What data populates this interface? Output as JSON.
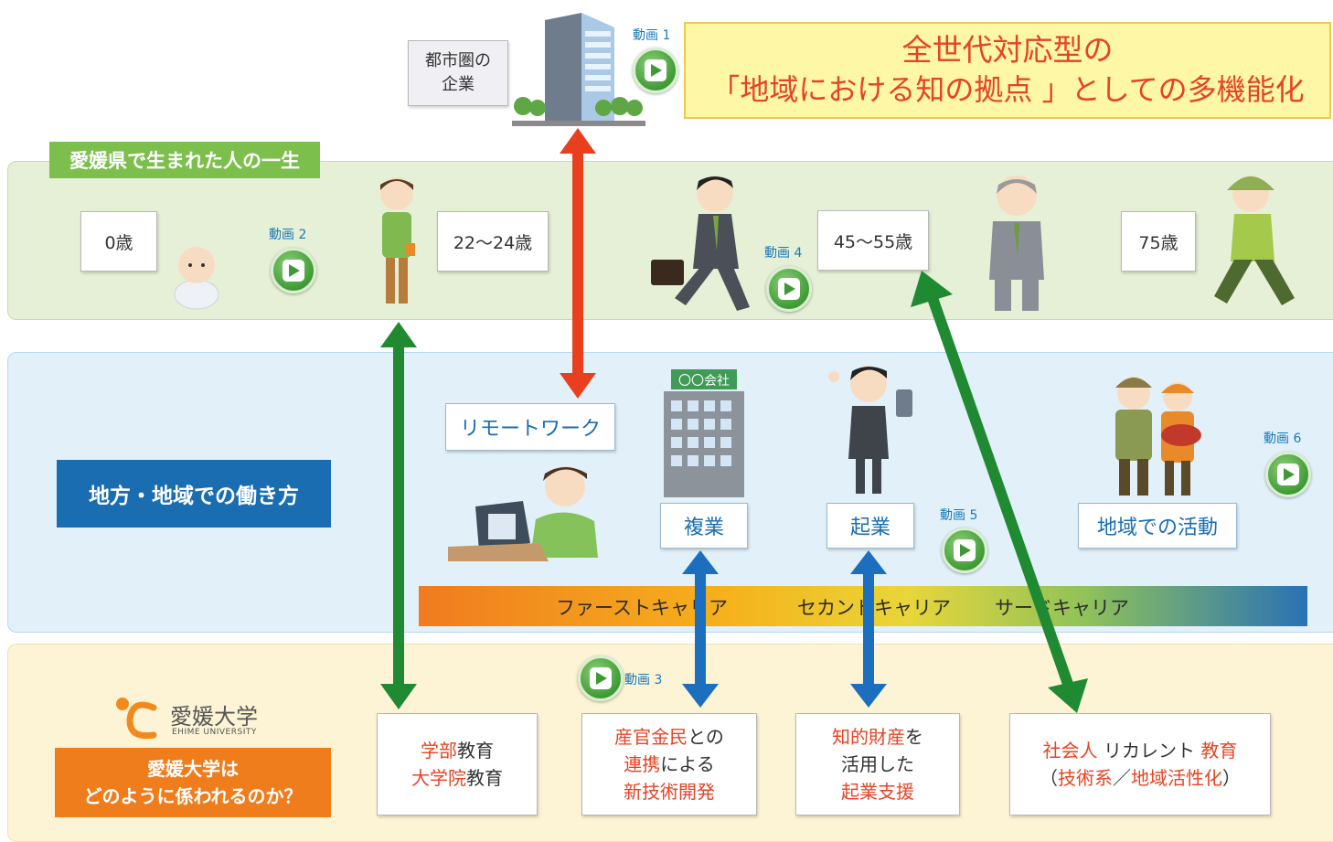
{
  "headline": {
    "line1": "全世代対応型の",
    "line2": "「地域における知の拠点 」としての多機能化"
  },
  "city_company": {
    "line1": "都市圏の",
    "line2": "企業"
  },
  "life": {
    "tag": "愛媛県で生まれた人の一生",
    "ages": [
      "0歳",
      "22〜24歳",
      "45〜55歳",
      "75歳"
    ]
  },
  "videos": [
    "動画 1",
    "動画 2",
    "動画 3",
    "動画 4",
    "動画 5",
    "動画 6"
  ],
  "work": {
    "tag": "地方・地域での働き方",
    "remote": "リモートワーク",
    "company_sign": "〇〇会社",
    "side_job": "複業",
    "startup": "起業",
    "community": "地域での活動",
    "career_bar": [
      "ファーストキャリア",
      "セカンドキャリア",
      "サードキャリア"
    ]
  },
  "university": {
    "logo_jp": "愛媛大学",
    "logo_en": "EHIME UNIVERSITY",
    "question_line1": "愛媛大学は",
    "question_line2": "どのように係われるのか？",
    "box1": {
      "l1_red": "学部",
      "l1_rest": "教育",
      "l2_red": "大学院",
      "l2_rest": "教育"
    },
    "box2": {
      "l1_red": "産官金民",
      "l1_rest": "との",
      "l2_red": "連携",
      "l2_rest": "による",
      "l3_red": "新技術開発"
    },
    "box3": {
      "l1_red": "知的財産",
      "l1_rest": "を",
      "l2": "活用した",
      "l3_red": "起業支援"
    },
    "box4": {
      "l1_red_a": "社会人",
      "l1_mid": "リカレント",
      "l1_red_b": "教育",
      "l2_open": "（",
      "l2_red": "技術系",
      "l2_sep": "／",
      "l2_red_b": "地域活性化",
      "l2_close": "）"
    }
  },
  "colors": {
    "green_tag": "#7cbf4d",
    "blue_tag": "#1a6db0",
    "orange_tag": "#ef7d1c",
    "red_arrow": "#e8401f",
    "green_arrow": "#1f8a32",
    "blue_arrow": "#1c6fbf"
  }
}
